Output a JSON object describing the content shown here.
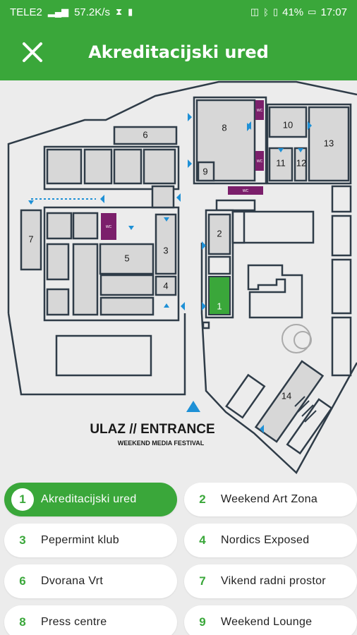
{
  "status_bar": {
    "carrier": "TELE2",
    "network": "57.2K/s",
    "battery": "41%",
    "time": "17:07"
  },
  "app_bar": {
    "title": "Akreditacijski ured",
    "close_icon": "close-icon"
  },
  "map": {
    "room_labels": [
      "1",
      "2",
      "3",
      "4",
      "5",
      "6",
      "7",
      "8",
      "9",
      "10",
      "11",
      "12",
      "13",
      "14"
    ],
    "restroom_label": "WC",
    "entrance_title": "ULAZ // ENTRANCE",
    "entrance_subtitle": "WEEKEND MEDIA FESTIVAL",
    "colors": {
      "selected_room": "#3aa73a",
      "restroom": "#7b1f6b",
      "arrows": "#1e90d6",
      "walls": "#2f3c48"
    }
  },
  "locations": [
    {
      "num": "1",
      "name": "Akreditacijski ured",
      "active": true
    },
    {
      "num": "2",
      "name": "Weekend Art Zona",
      "active": false
    },
    {
      "num": "3",
      "name": "Pepermint klub",
      "active": false
    },
    {
      "num": "4",
      "name": "Nordics Exposed",
      "active": false
    },
    {
      "num": "6",
      "name": "Dvorana Vrt",
      "active": false
    },
    {
      "num": "7",
      "name": "Vikend radni prostor",
      "active": false
    },
    {
      "num": "8",
      "name": "Press centre",
      "active": false
    },
    {
      "num": "9",
      "name": "Weekend Lounge",
      "active": false
    }
  ]
}
